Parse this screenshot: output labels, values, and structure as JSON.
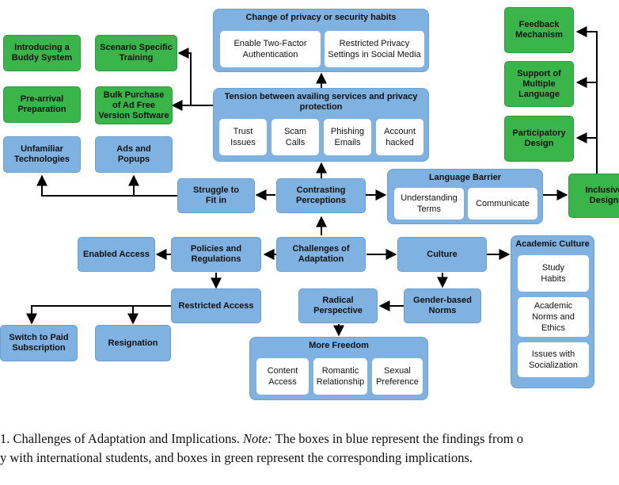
{
  "groups": {
    "privacy_change": {
      "title": "Change of privacy or security habits",
      "items": [
        "Enable Two-Factor\nAuthentication",
        "Restricted Privacy\nSettings in Social Media"
      ]
    },
    "tension": {
      "title": "Tension between availing services and privacy\nprotection",
      "items": [
        "Trust\nIssues",
        "Scam\nCalls",
        "Phishing\nEmails",
        "Account\nhacked"
      ]
    },
    "language_barrier": {
      "title": "Language Barrier",
      "items": [
        "Understanding\nTerms",
        "Communicate"
      ]
    },
    "academic_culture": {
      "title": "Academic Culture",
      "items": [
        "Study\nHabits",
        "Academic\nNorms and\nEthics",
        "Issues with\nSocialization"
      ]
    },
    "more_freedom": {
      "title": "More Freedom",
      "items": [
        "Content\nAccess",
        "Romantic\nRelationship",
        "Sexual\nPreference"
      ]
    }
  },
  "nodes": {
    "buddy_system": "Introducing a\nBuddy System",
    "scenario_training": "Scenario Specific\nTraining",
    "pre_arrival": "Pre-arrival\nPreparation",
    "bulk_purchase": "Bulk Purchase\nof Ad Free\nVersion Software",
    "unfamiliar_tech": "Unfamiliar\nTechnologies",
    "ads_popups": "Ads and\nPopups",
    "struggle_fit": "Struggle to\nFit in",
    "contrasting_perceptions": "Contrasting\nPerceptions",
    "feedback_mechanism": "Feedback\nMechanism",
    "multiple_language": "Support of\nMultiple\nLanguage",
    "participatory_design": "Participatory\nDesign",
    "inclusive_design": "Inclusive\nDesign",
    "enabled_access": "Enabled Access",
    "policies_regulations": "Policies and\nRegulations",
    "challenges_adaptation": "Challenges of\nAdaptation",
    "culture": "Culture",
    "restricted_access": "Restricted Access",
    "gender_norms": "Gender-based\nNorms",
    "radical_perspective": "Radical\nPerspective",
    "switch_paid": "Switch to Paid\nSubscription",
    "resignation": "Resignation"
  },
  "caption": {
    "prefix": "1.  Challenges of Adaptation and Implications. ",
    "note_label": "Note:",
    "line1_rest": " The boxes in blue represent the findings from o",
    "line2": "y with international students, and boxes in green represent the corresponding implications."
  },
  "colors": {
    "finding_blue": "#7fb2e0",
    "implication_green": "#3ab54a"
  }
}
